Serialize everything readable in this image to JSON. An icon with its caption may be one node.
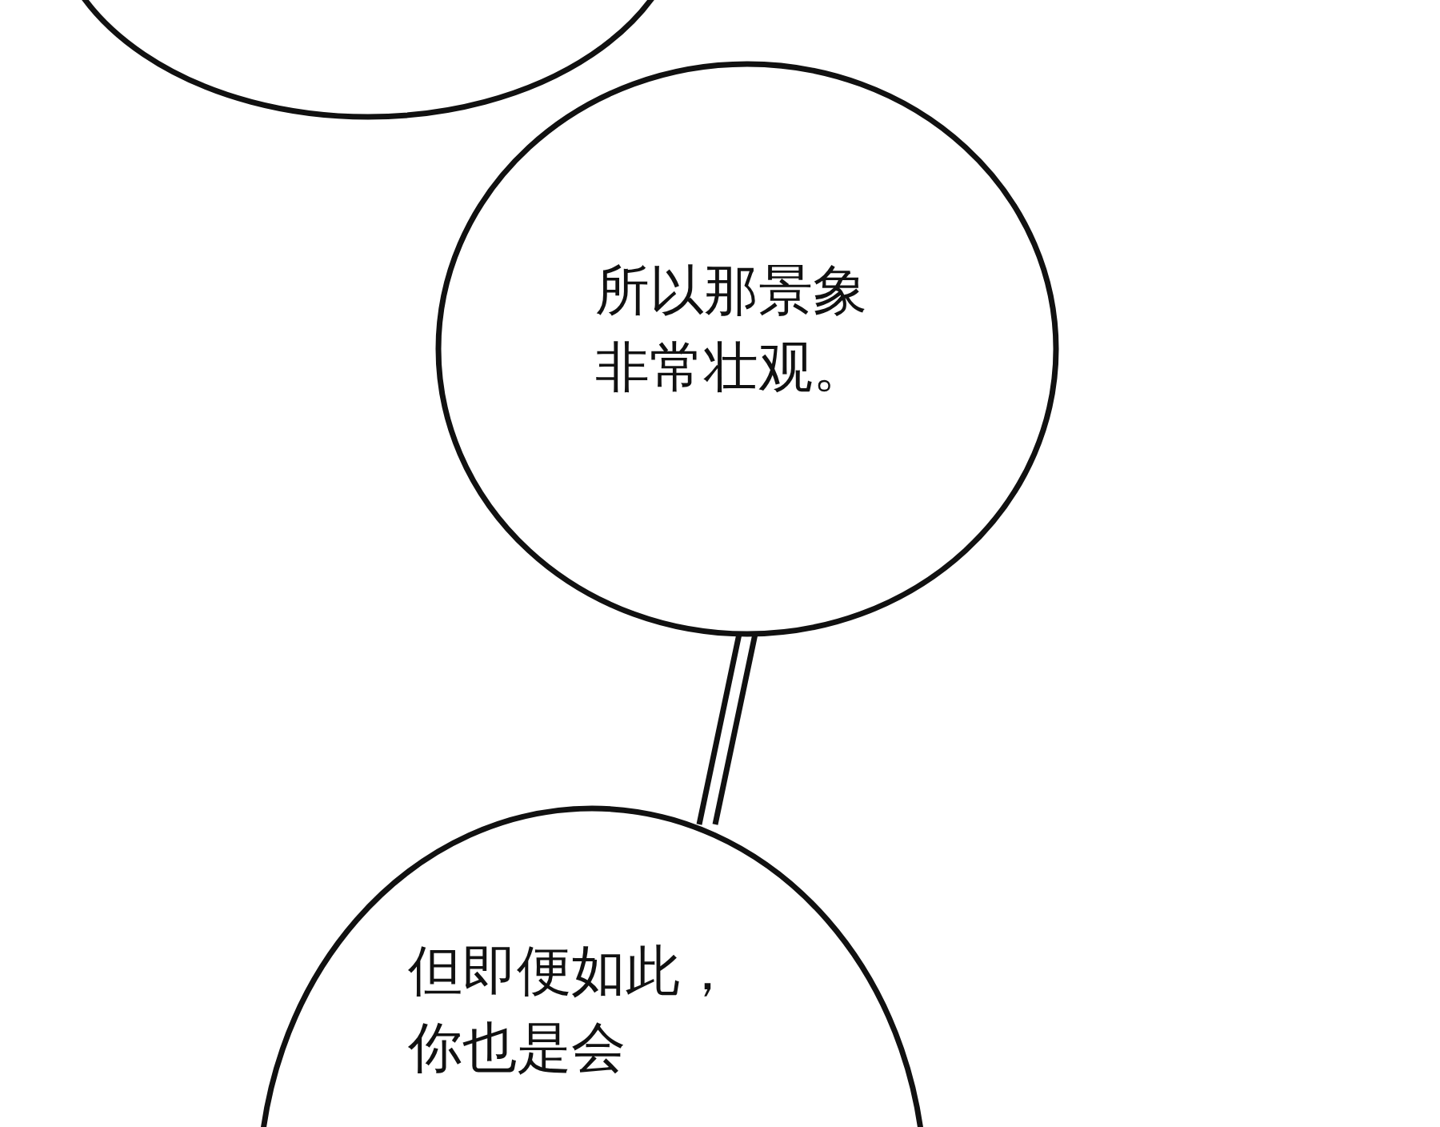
{
  "diagram": {
    "nodes": [
      {
        "text": [],
        "shape": "circle"
      },
      {
        "text": [
          "所以那景象非常壮观。"
        ]
      },
      {
        "text": [
          "但即便如此，你也是会"
        ]
      }
    ],
    "edges": [
      {
        "from": 1,
        "to": 2,
        "arrow": "none"
      }
    ]
  }
}
